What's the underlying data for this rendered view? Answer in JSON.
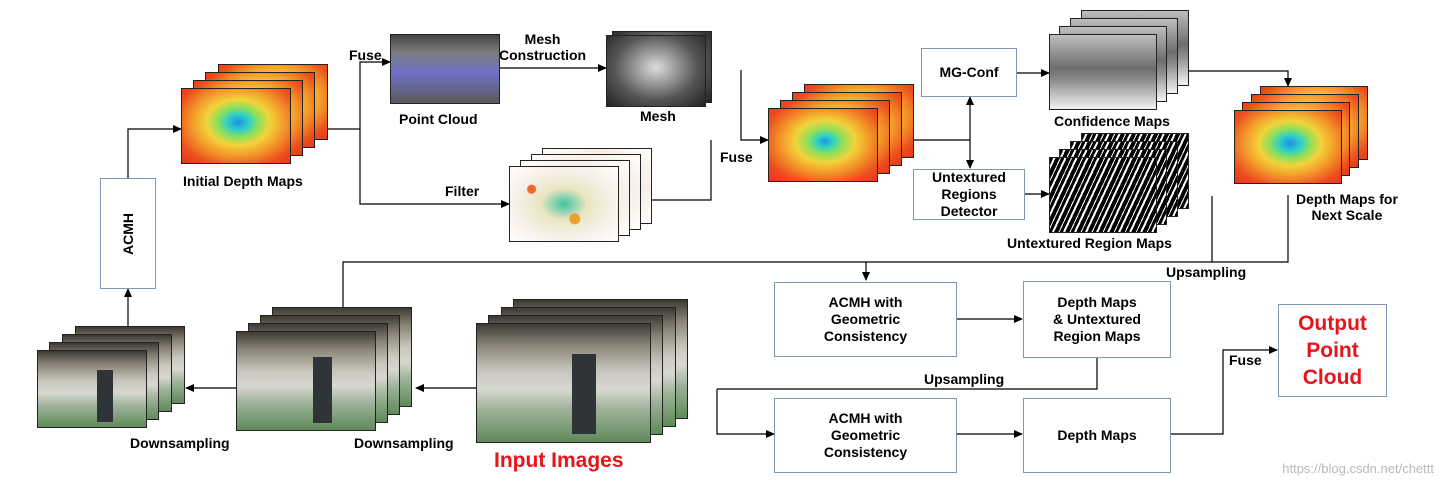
{
  "boxes": {
    "acmh": "ACMH",
    "mg_conf": "MG-Conf",
    "untextured_detector": "Untextured\nRegions\nDetector",
    "acmh_geo_upper": "ACMH with\nGeometric\nConsistency",
    "depth_untextured": "Depth Maps\n& Untextured\nRegion Maps",
    "acmh_geo_lower": "ACMH with\nGeometric\nConsistency",
    "depth_maps": "Depth Maps",
    "output": "Output\nPoint\nCloud"
  },
  "labels": {
    "initial_depth_maps": "Initial Depth Maps",
    "fuse_top": "Fuse",
    "point_cloud": "Point Cloud",
    "mesh_construction": "Mesh\nConstruction",
    "mesh": "Mesh",
    "filter": "Filter",
    "fuse_mid": "Fuse",
    "confidence_maps": "Confidence Maps",
    "untextured_region_maps": "Untextured Region Maps",
    "depth_next_scale": "Depth Maps for\nNext Scale",
    "upsampling_1": "Upsampling",
    "upsampling_2": "Upsampling",
    "fuse_output": "Fuse",
    "downsampling_1": "Downsampling",
    "downsampling_2": "Downsampling",
    "input_images": "Input Images"
  },
  "watermark": "https://blog.csdn.net/chettt",
  "colors": {
    "box_border": "#7f97b4",
    "highlight_red": "#e8141a"
  }
}
